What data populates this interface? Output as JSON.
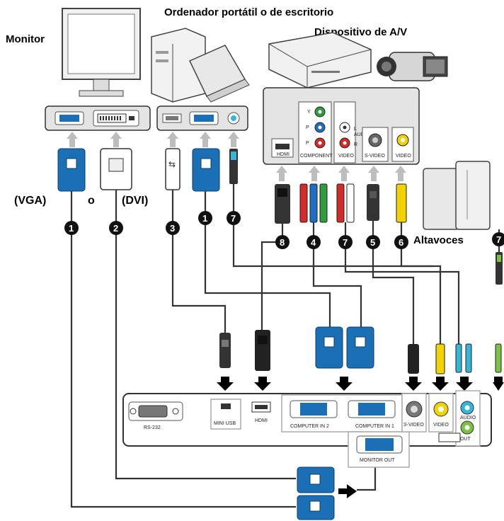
{
  "labels": {
    "computer": "Ordenador portátil o de escritorio",
    "monitor": "Monitor",
    "av_device": "Dispositivo de A/V",
    "speakers": "Altavoces",
    "vga": "(VGA)",
    "or": "o",
    "dvi": "(DVI)"
  },
  "av_ports": {
    "hdmi": "HDMI",
    "component": "COMPONENT",
    "video": "VIDEO",
    "svideo": "S-VIDEO",
    "video2": "VIDEO",
    "y": "Y",
    "pb": "P",
    "pr": "P",
    "audio": "AUDIO",
    "l": "L",
    "r": "R"
  },
  "projector_ports": {
    "rs232": "RS-232",
    "mini_usb": "MINI USB",
    "hdmi": "HDMI",
    "computer_in2": "COMPUTER IN 2",
    "computer_in1": "COMPUTER IN 1",
    "svideo": "S-VIDEO",
    "video": "VIDEO",
    "audio": "AUDIO",
    "out": "OUT",
    "monitor_out": "MONITOR OUT"
  },
  "badges": {
    "b1a": "1",
    "b2": "2",
    "b3": "3",
    "b1b": "1",
    "b7a": "7",
    "b8": "8",
    "b4": "4",
    "b7b": "7",
    "b5": "5",
    "b6": "6",
    "b7c": "7"
  },
  "colors": {
    "vga_blue": "#1b6fb5",
    "component_green": "#2f9b3a",
    "component_blue": "#1f6fc0",
    "component_red": "#d42a2a",
    "video_yellow": "#f2d200",
    "audio_cyan": "#35b5d8",
    "audio_green": "#7cc242"
  }
}
